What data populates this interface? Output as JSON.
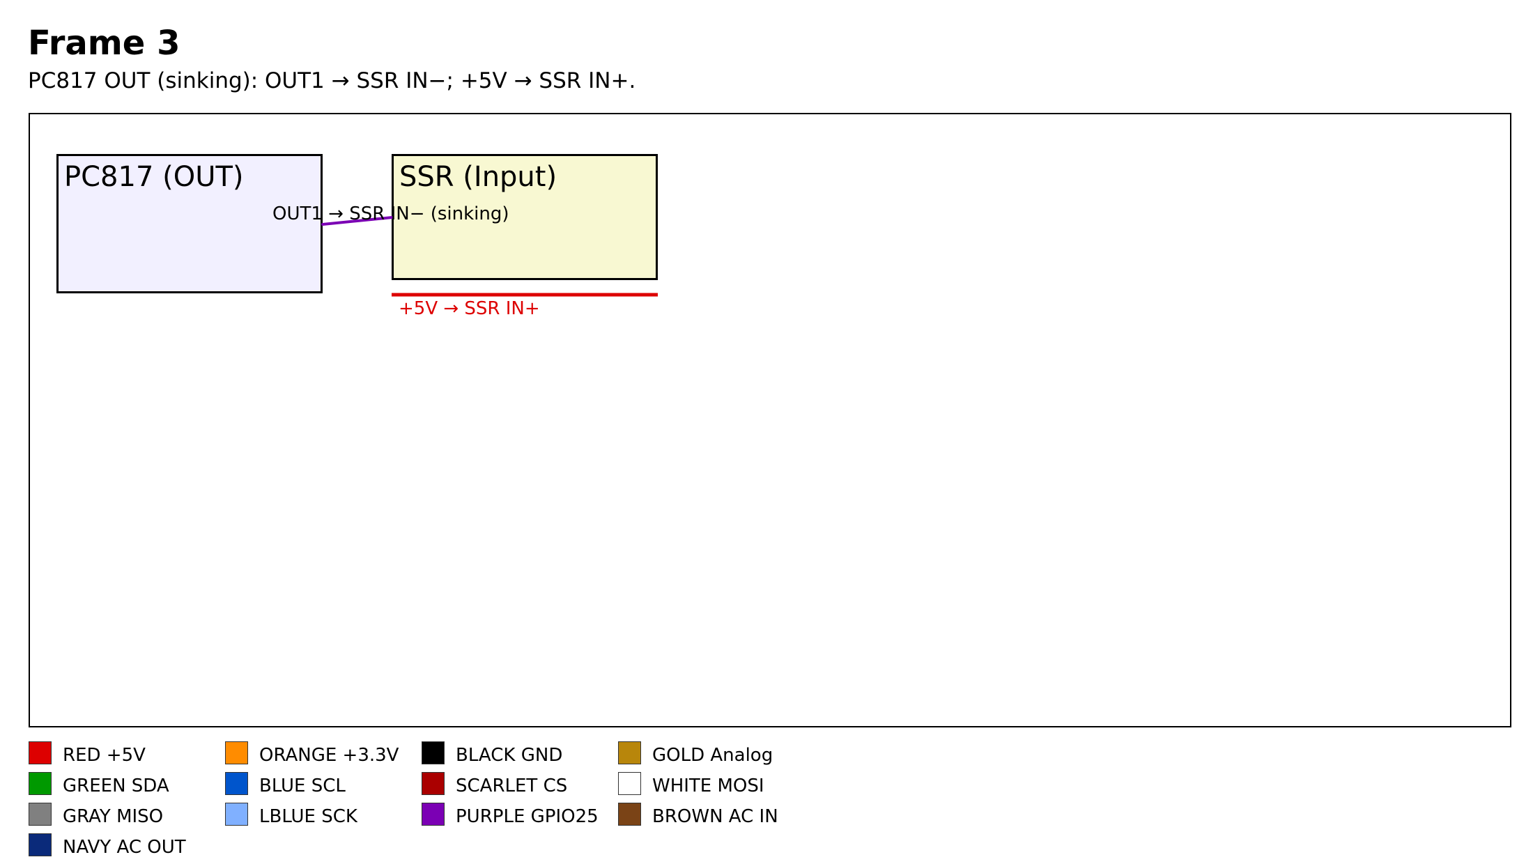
{
  "title": "Frame 3",
  "subtitle": "PC817 OUT (sinking): OUT1 → SSR IN−; +5V → SSR IN+.",
  "blocks": {
    "pc817": {
      "label": "PC817 (OUT)",
      "fill": "#f2f0ff"
    },
    "ssr": {
      "label": "SSR (Input)",
      "fill": "#f8f8d2"
    }
  },
  "wires": {
    "out1": {
      "label": "OUT1 → SSR IN− (sinking)",
      "color": "#7b00b4",
      "label_color": "#000000"
    },
    "plus5v": {
      "label": "+5V → SSR IN+",
      "color": "#dd0000",
      "label_color": "#dd0000"
    }
  },
  "legend": [
    {
      "label": "RED +5V",
      "color": "#dd0000"
    },
    {
      "label": "GREEN SDA",
      "color": "#009900"
    },
    {
      "label": "GRAY MISO",
      "color": "#808080"
    },
    {
      "label": "NAVY AC OUT",
      "color": "#0a2a7a"
    },
    {
      "label": "ORANGE +3.3V",
      "color": "#ff8c00"
    },
    {
      "label": "BLUE SCL",
      "color": "#0055cc"
    },
    {
      "label": "LBLUE SCK",
      "color": "#80b0ff"
    },
    {
      "label": "BLACK GND",
      "color": "#000000"
    },
    {
      "label": "SCARLET CS",
      "color": "#aa0000"
    },
    {
      "label": "PURPLE GPIO25",
      "color": "#7b00b4"
    },
    {
      "label": "GOLD Analog",
      "color": "#b8860b"
    },
    {
      "label": "WHITE MOSI",
      "color": "#ffffff"
    },
    {
      "label": "BROWN AC IN",
      "color": "#7a4316"
    }
  ]
}
